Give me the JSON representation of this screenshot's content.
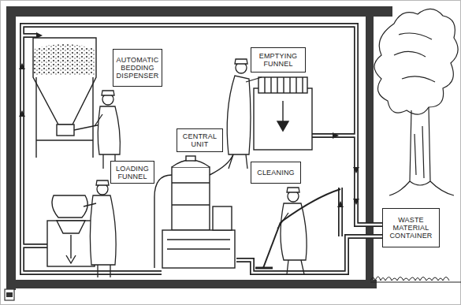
{
  "diagram": {
    "nodes": [
      {
        "text": [
          "AUTOMATIC BEDDING DISPENSER"
        ]
      },
      {
        "text": [
          "EMPTYING FUNNEL"
        ]
      },
      {
        "text": [
          "CENTRAL UNIT"
        ]
      },
      {
        "text": [
          "LOADING FUNNEL"
        ]
      },
      {
        "text": [
          "CLEANING"
        ]
      },
      {
        "text": [
          "WASTE MATERIAL CONTAINER"
        ]
      }
    ]
  }
}
